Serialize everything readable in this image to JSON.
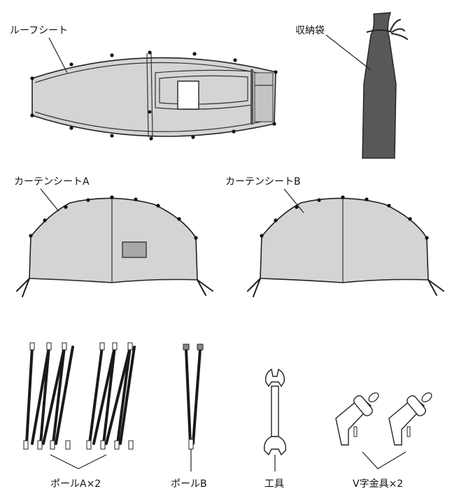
{
  "labels": {
    "roof_sheet": "ルーフシート",
    "storage_bag": "収納袋",
    "curtain_a": "カーテンシートA",
    "curtain_b": "カーテンシートB",
    "pole_a": "ポールA×2",
    "pole_b": "ポールB",
    "tool": "工具",
    "v_bracket": "V字金具×2"
  },
  "colors": {
    "fabric": "#d4d4d4",
    "bag": "#555555",
    "outline": "#222222"
  },
  "icons": {
    "roof_sheet": "roof-sheet-icon",
    "storage_bag": "storage-bag-icon",
    "curtain_a": "curtain-sheet-a-icon",
    "curtain_b": "curtain-sheet-b-icon",
    "pole_a": "folding-pole-a-icon",
    "pole_b": "folding-pole-b-icon",
    "tool": "wrench-icon",
    "v_bracket": "v-bracket-icon"
  }
}
